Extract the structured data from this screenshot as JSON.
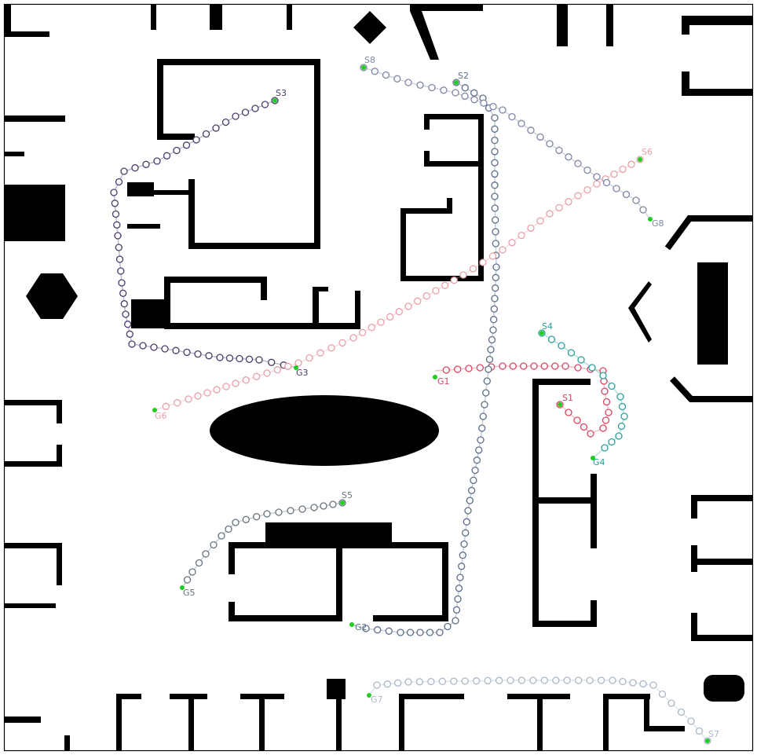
{
  "map": {
    "wall_color": "#000000",
    "background": "#ffffff",
    "marker_color": "#22cc22"
  },
  "agents": [
    {
      "id": "1",
      "start_label": "S1",
      "goal_label": "G1",
      "color": "#d9455f"
    },
    {
      "id": "2",
      "start_label": "S2",
      "goal_label": "G2",
      "color": "#5c6f8a"
    },
    {
      "id": "3",
      "start_label": "S3",
      "goal_label": "G3",
      "color": "#4b3b6b"
    },
    {
      "id": "4",
      "start_label": "S4",
      "goal_label": "G4",
      "color": "#2aa19c"
    },
    {
      "id": "5",
      "start_label": "S5",
      "goal_label": "G5",
      "color": "#66737f"
    },
    {
      "id": "6",
      "start_label": "S6",
      "goal_label": "G6",
      "color": "#e8a0a8"
    },
    {
      "id": "7",
      "start_label": "S7",
      "goal_label": "G7",
      "color": "#aab8c8"
    },
    {
      "id": "8",
      "start_label": "S8",
      "goal_label": "G8",
      "color": "#7f86a4"
    }
  ]
}
